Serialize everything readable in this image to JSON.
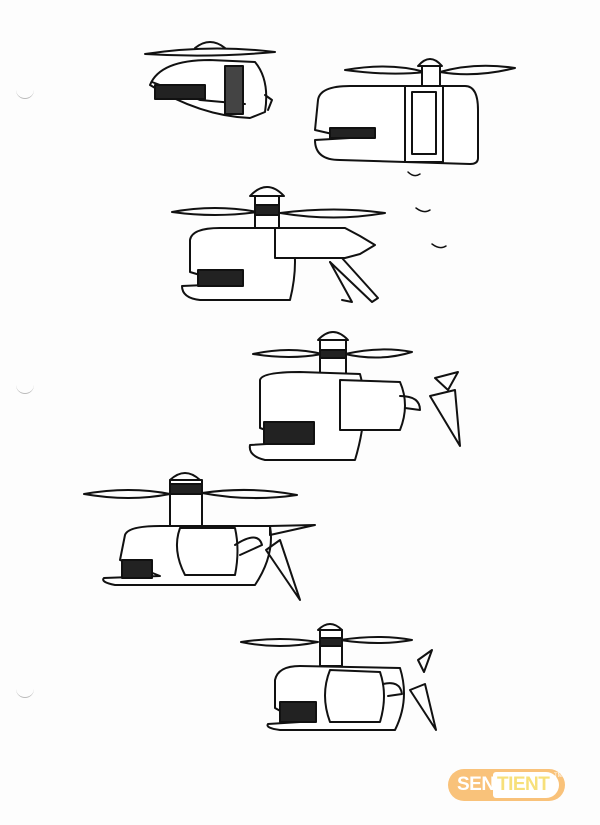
{
  "logo": {
    "part1": "SENN",
    "part2": "TIENT",
    "tm": "TM",
    "colors": {
      "pill": "#f9c27a",
      "text2": "#f7e07a"
    }
  }
}
